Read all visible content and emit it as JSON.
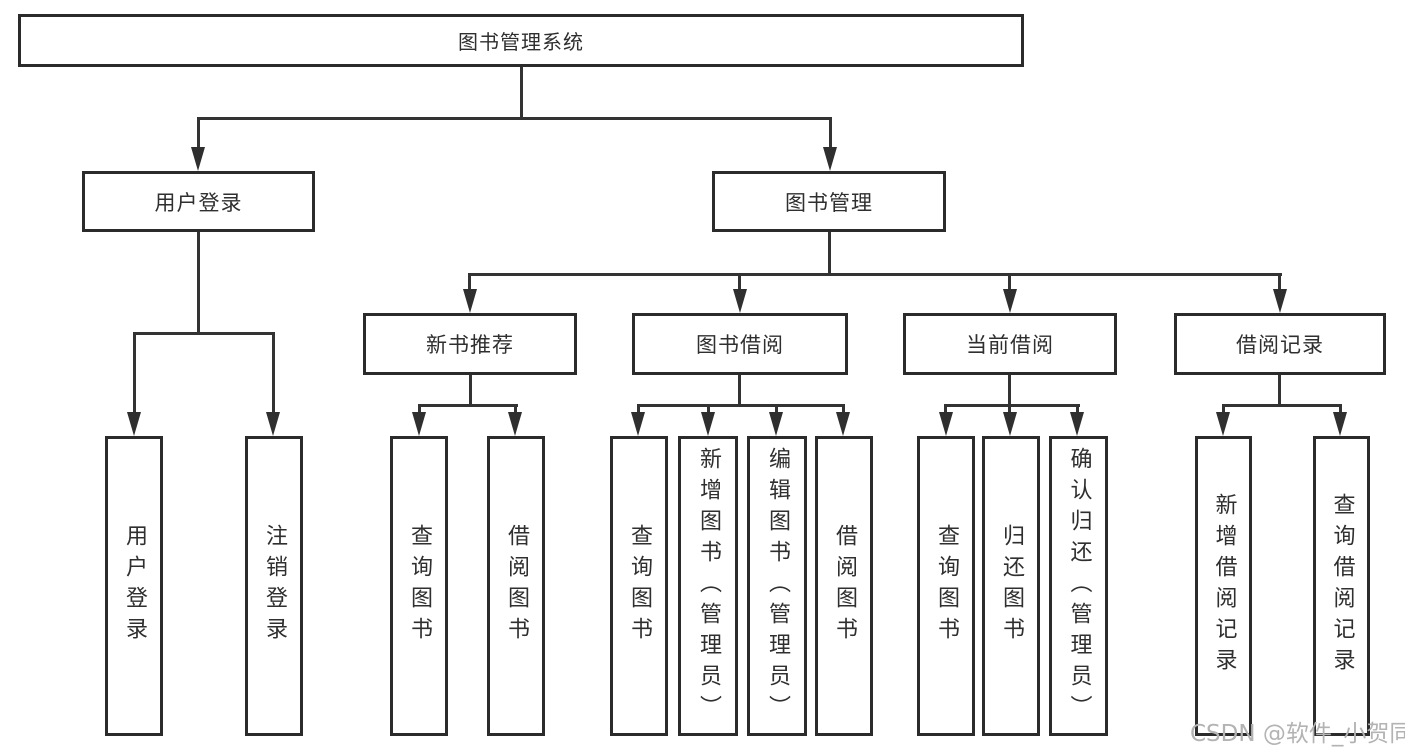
{
  "title": {
    "label": "图书管理系统"
  },
  "level2": {
    "user_login": {
      "label": "用户登录"
    },
    "book_mgmt": {
      "label": "图书管理"
    }
  },
  "level3": {
    "new_book_rec": {
      "label": "新书推荐"
    },
    "book_borrow": {
      "label": "图书借阅"
    },
    "current_borrow": {
      "label": "当前借阅"
    },
    "borrow_records": {
      "label": "借阅记录"
    }
  },
  "leaves": {
    "user_login": [
      "用户登录",
      "注销登录"
    ],
    "new_book_rec": [
      "查询图书",
      "借阅图书"
    ],
    "book_borrow": [
      "查询图书",
      "新增图书（管理员）",
      "编辑图书（管理员）",
      "借阅图书"
    ],
    "current_borrow": [
      "查询图书",
      "归还图书",
      "确认归还（管理员）"
    ],
    "borrow_records": [
      "新增借阅记录",
      "查询借阅记录"
    ]
  },
  "watermark": {
    "text": "CSDN @软件_小贺同学"
  },
  "colors": {
    "border": "#2b2b2b",
    "line": "#333333",
    "text": "#2f2f2f",
    "watermark": "#b3b3b3",
    "background": "#ffffff"
  }
}
